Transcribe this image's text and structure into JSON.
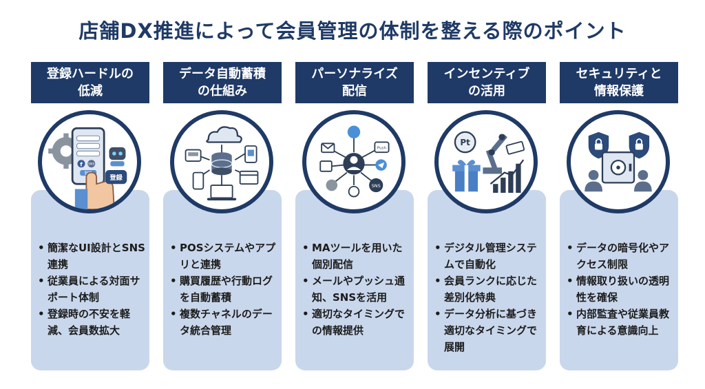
{
  "title": "店舗DX推進によって会員管理の体制を整える際のポイント",
  "columns": [
    {
      "header": [
        "登録ハードルの",
        "低減"
      ],
      "bullets": [
        "簡潔なUI設計とSNS連携",
        "従業員による対面サポート体制",
        "登録時の不安を軽減、会員数拡大"
      ],
      "icon_labels": [
        "SNS",
        "登録",
        "登録"
      ]
    },
    {
      "header": [
        "データ自動蓄積",
        "の仕組み"
      ],
      "bullets": [
        "POSシステムやアプリと連携",
        "購買履歴や行動ログを自動蓄積",
        "複数チャネルのデータ統合管理"
      ]
    },
    {
      "header": [
        "パーソナライズ",
        "配信"
      ],
      "bullets": [
        "MAツールを用いた個別配信",
        "メールやプッシュ通知、SNSを活用",
        "適切なタイミングでの情報提供"
      ],
      "icon_labels": [
        "Push",
        "SNS"
      ]
    },
    {
      "header": [
        "インセンティブ",
        "の活用"
      ],
      "bullets": [
        "デジタル管理システムで自動化",
        "会員ランクに応じた差別化特典",
        "データ分析に基づき適切なタイミングで展開"
      ],
      "icon_labels": [
        "Pt"
      ]
    },
    {
      "header": [
        "セキュリティと",
        "情報保護"
      ],
      "bullets": [
        "データの暗号化やアクセス制限",
        "情報取り扱いの透明性を確保",
        "内部監査や従業員教育による意識向上"
      ]
    }
  ],
  "colors": {
    "navy": "#1f3a66",
    "card": "#c9d7ec",
    "accent": "#5b8fd0"
  }
}
